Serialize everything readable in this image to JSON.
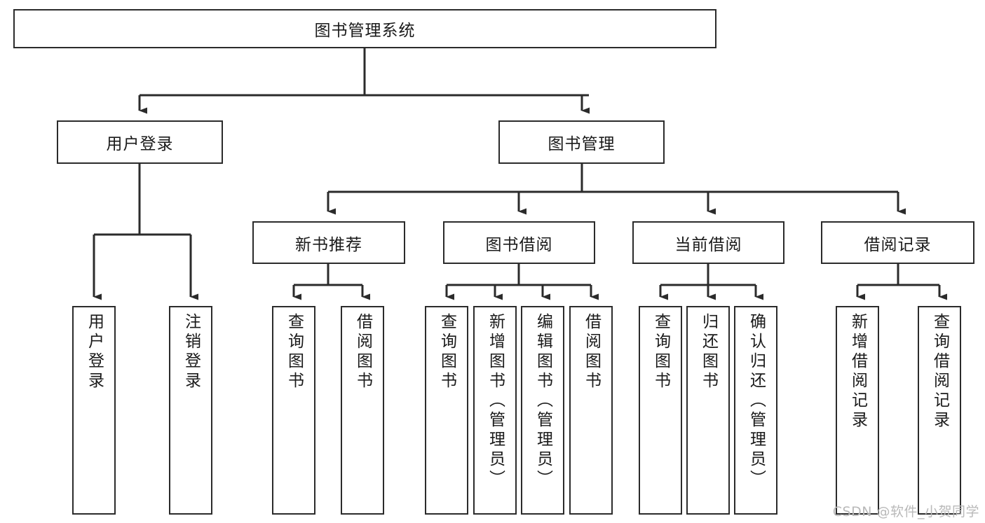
{
  "diagram": {
    "title": "图书管理系统",
    "type": "tree-hierarchy",
    "watermark": "CSDN @软件_小贺同学",
    "stroke_color": "#2b2b2b",
    "fill_color": "#ffffff",
    "text_color": "#1a1a1a",
    "watermark_color": "#b9b9b9"
  },
  "nodes": {
    "root": {
      "label": "图书管理系统"
    },
    "level2": [
      {
        "label": "用户登录"
      },
      {
        "label": "图书管理"
      }
    ],
    "level3": [
      {
        "label": "新书推荐"
      },
      {
        "label": "图书借阅"
      },
      {
        "label": "当前借阅"
      },
      {
        "label": "借阅记录"
      }
    ],
    "leaves": {
      "user_login": [
        {
          "label": "用户登录"
        },
        {
          "label": "注销登录"
        }
      ],
      "new_book_recommend": [
        {
          "label": "查询图书"
        },
        {
          "label": "借阅图书"
        }
      ],
      "book_borrow": [
        {
          "label": "查询图书"
        },
        {
          "label": "新增图书（管理员）"
        },
        {
          "label": "编辑图书（管理员）"
        },
        {
          "label": "借阅图书"
        }
      ],
      "current_borrow": [
        {
          "label": "查询图书"
        },
        {
          "label": "归还图书"
        },
        {
          "label": "确认归还（管理员）"
        }
      ],
      "borrow_record": [
        {
          "label": "新增借阅记录"
        },
        {
          "label": "查询借阅记录"
        }
      ]
    }
  }
}
